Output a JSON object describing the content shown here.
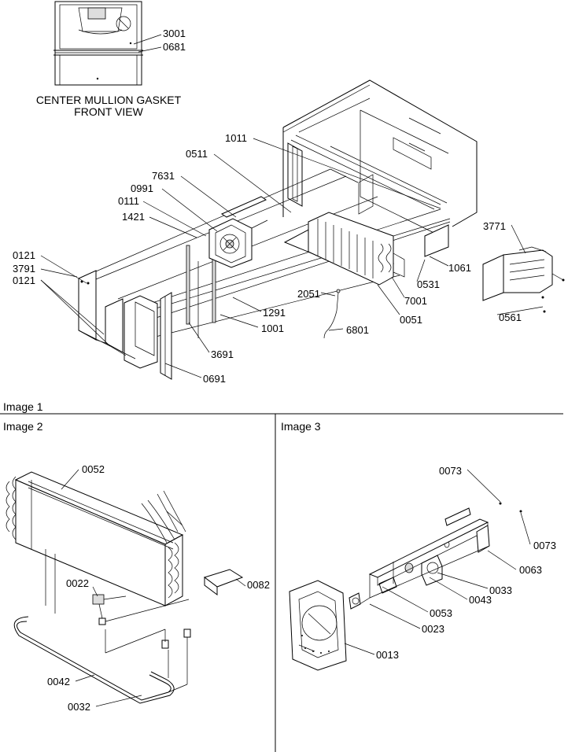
{
  "panels": {
    "image1": "Image 1",
    "image2": "Image 2",
    "image3": "Image 3"
  },
  "gasket_caption": {
    "line1": "CENTER MULLION GASKET",
    "line2": "FRONT VIEW"
  },
  "parts": {
    "p3001": "3001",
    "p0681": "0681",
    "p1011": "1011",
    "p0511": "0511",
    "p7631": "7631",
    "p0991": "0991",
    "p0111": "0111",
    "p1421": "1421",
    "p3771": "3771",
    "p0121a": "0121",
    "p3791": "3791",
    "p0121b": "0121",
    "p1061": "1061",
    "p0531": "0531",
    "p2051": "2051",
    "p7001": "7001",
    "p1291": "1291",
    "p0561": "0561",
    "p0051": "0051",
    "p1001": "1001",
    "p6801": "6801",
    "p3691": "3691",
    "p0691": "0691",
    "p0052": "0052",
    "p0022": "0022",
    "p0082": "0082",
    "p0042": "0042",
    "p0032": "0032",
    "p0073a": "0073",
    "p0073b": "0073",
    "p0063": "0063",
    "p0033": "0033",
    "p0043": "0043",
    "p0053": "0053",
    "p0023": "0023",
    "p0013": "0013"
  }
}
